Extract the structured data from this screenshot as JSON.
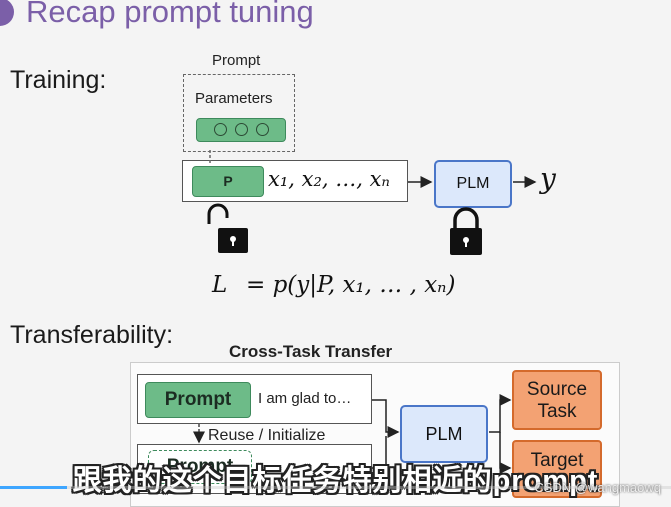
{
  "slide": {
    "title": "Recap prompt tuning",
    "training_label": "Training:",
    "transfer_label": "Transferability:"
  },
  "training_figure": {
    "prompt_label": "Prompt",
    "parameters_label": "Parameters",
    "p_label": "P",
    "input_tokens": "x₁, x₂, …, xₙ",
    "plm_label": "PLM",
    "output": "y",
    "loss_lhs": "L",
    "loss_rhs": "= p(y|P, x₁, … , xₙ)",
    "prompt_lock_state": "unlocked",
    "plm_lock_state": "locked"
  },
  "transfer_figure": {
    "title": "Cross-Task Transfer",
    "prompt_label": "Prompt",
    "input_text": "I am glad to…",
    "reuse_label": "Reuse / Initialize",
    "partial_prompt_label": "Prompt",
    "plm_label": "PLM",
    "source_task": "Source Task",
    "target_task": "Target"
  },
  "subtitle": "跟我的这个目标任务特别相近的prompt",
  "watermark": "CSDN @wangmaowq",
  "video": {
    "progress_fraction": 0.1
  },
  "colors": {
    "accent": "#7b5fa8",
    "prompt_green": "#6dbb88",
    "plm_blue": "#dce8fb",
    "task_orange": "#f3a273",
    "progress": "#3ea6ff"
  }
}
